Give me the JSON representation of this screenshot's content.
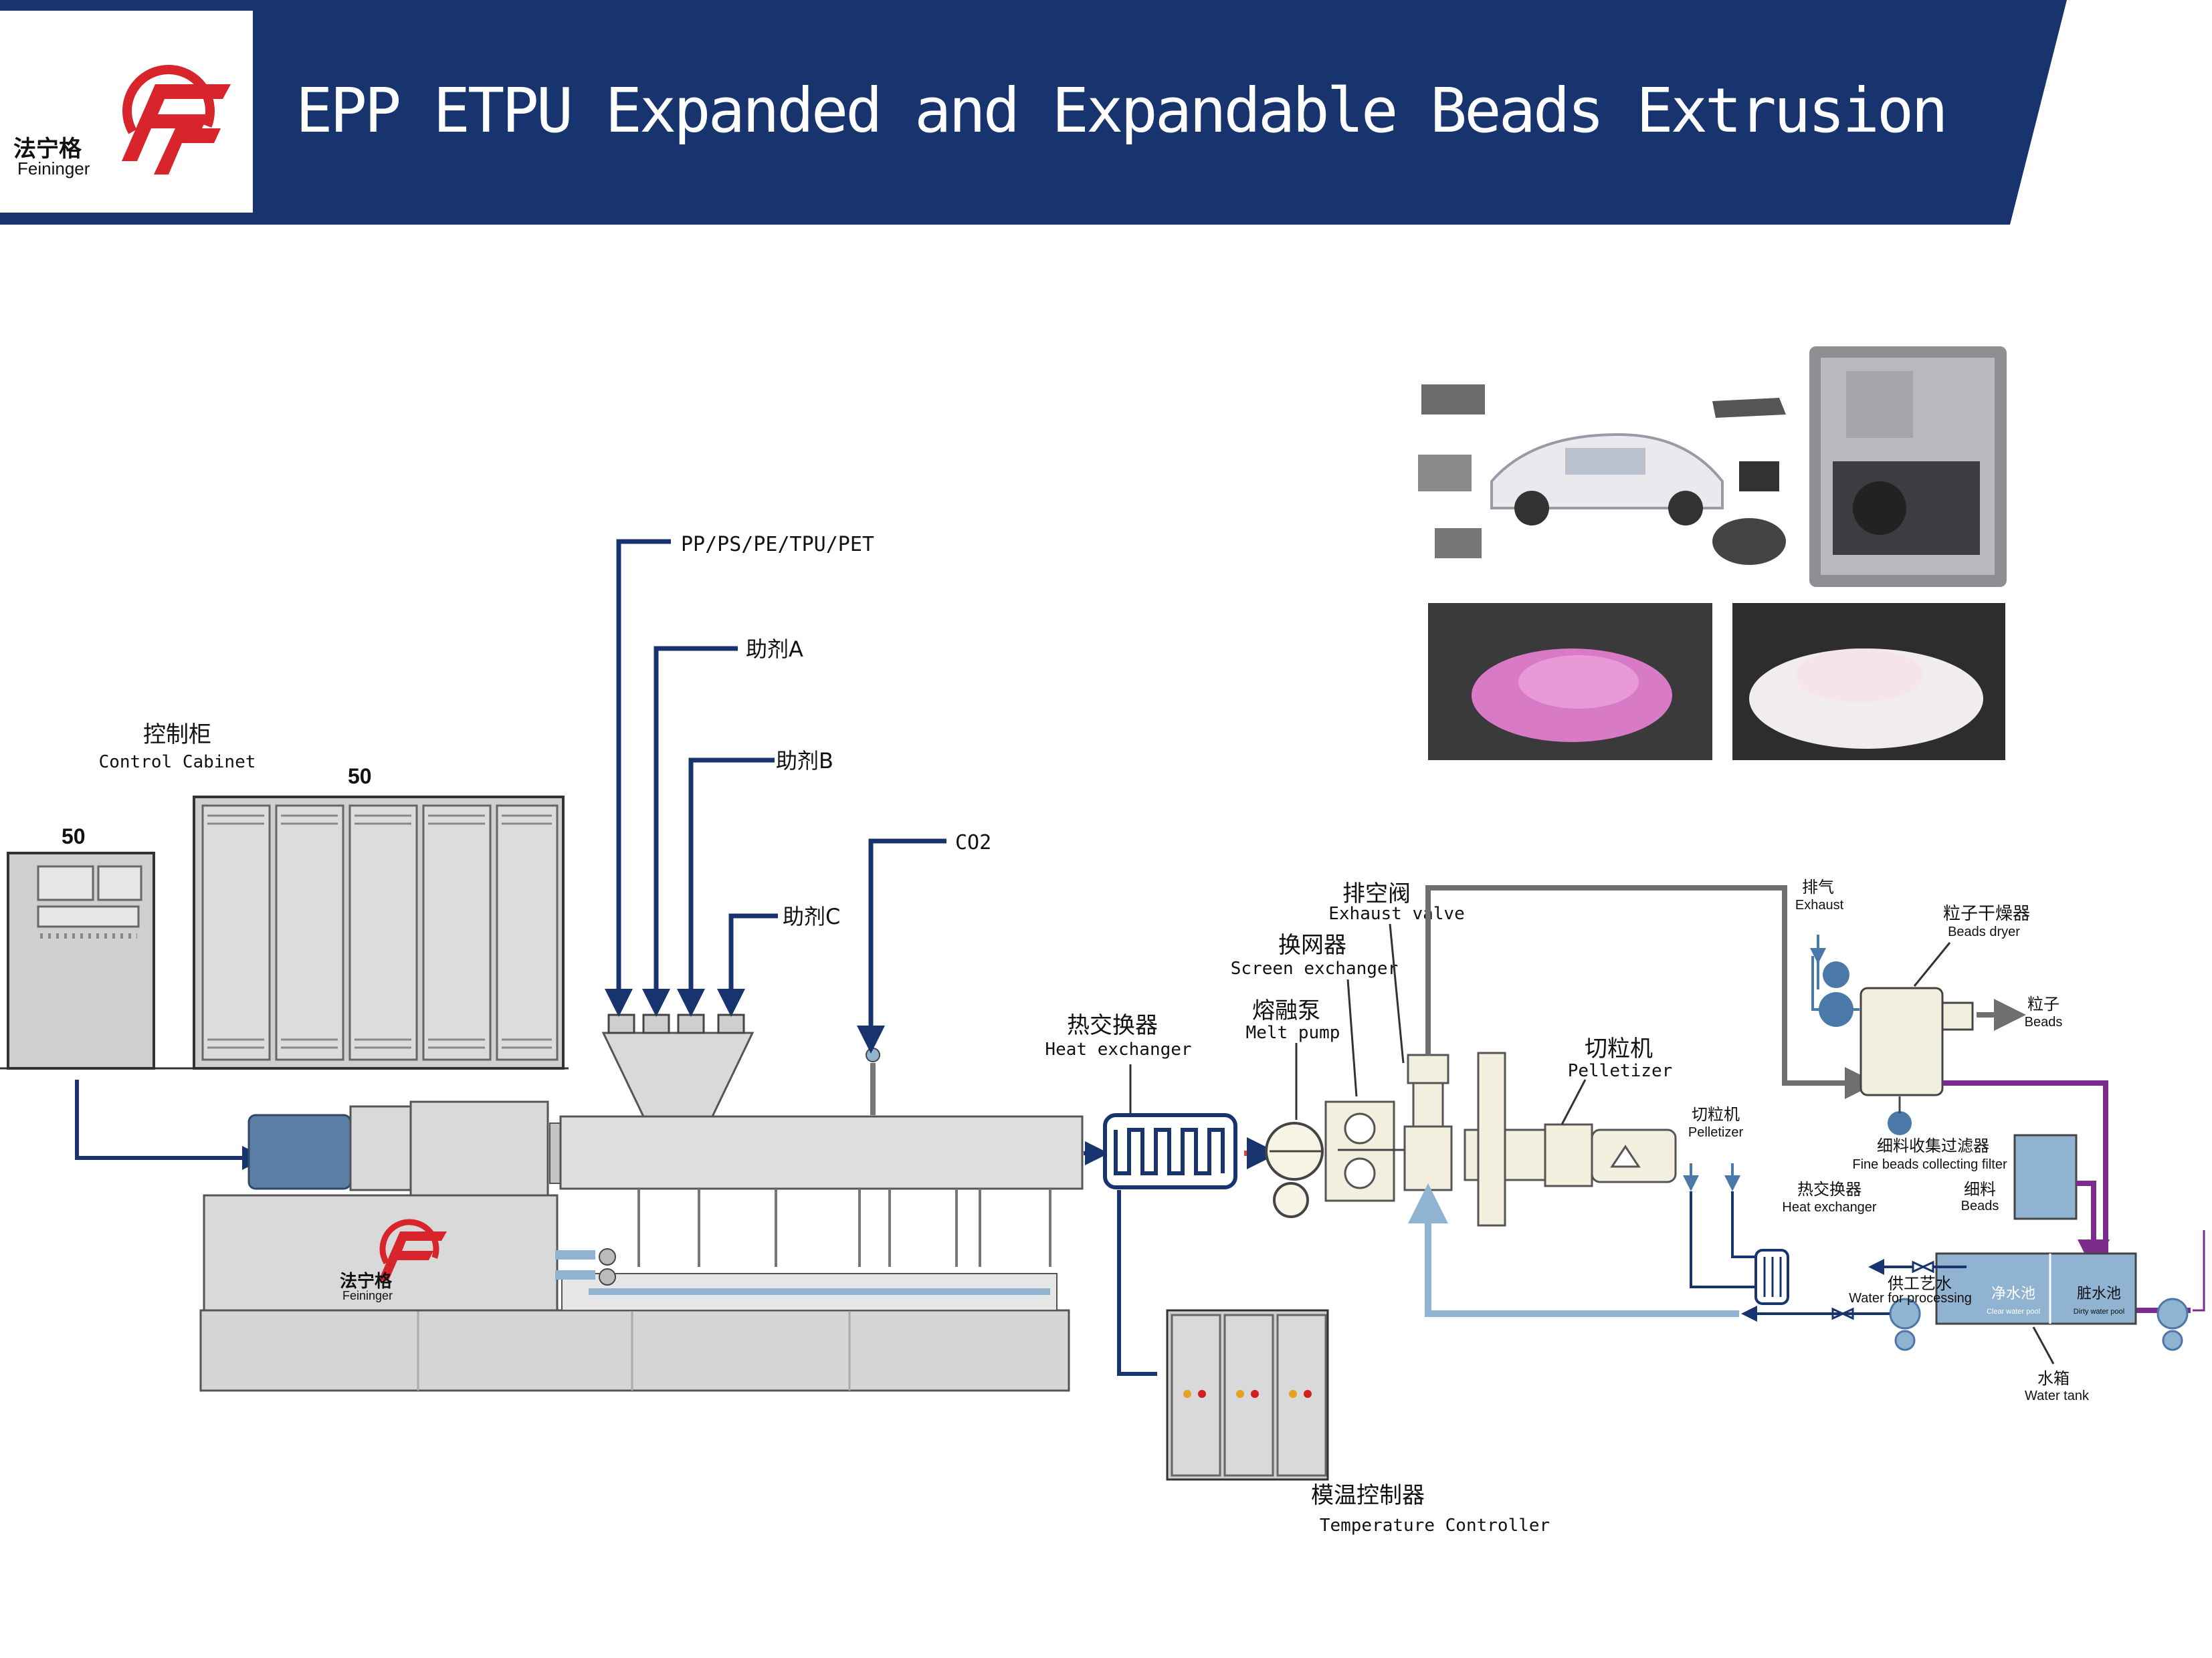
{
  "header": {
    "title": "EPP ETPU Expanded and Expandable Beads Extrusion",
    "logo_cn": "法宁格",
    "logo_en": "Feininger",
    "band_color": "#17346e",
    "accent_color": "#d8252b"
  },
  "feeds": {
    "main": "PP/PS/PE/TPU/PET",
    "additive_a": "助剂A",
    "additive_b": "助剂B",
    "additive_c": "助剂C",
    "gas": "CO2"
  },
  "cabinet": {
    "label_cn": "控制柜",
    "label_en": "Control Cabinet",
    "number_left": "50",
    "number_right": "50"
  },
  "extruder_logo": {
    "cn": "法宁格",
    "en": "Feininger"
  },
  "components": {
    "heat_exchanger": {
      "cn": "热交换器",
      "en": "Heat exchanger"
    },
    "melt_pump": {
      "cn": "熔融泵",
      "en": "Melt pump"
    },
    "screen_exchanger": {
      "cn": "换网器",
      "en": "Screen exchanger"
    },
    "exhaust_valve": {
      "cn": "排空阀",
      "en": "Exhaust valve"
    },
    "pelletizer": {
      "cn": "切粒机",
      "en": "Pelletizer"
    },
    "temp_controller": {
      "cn": "模温控制器",
      "en": "Temperature Controller"
    }
  },
  "water_system": {
    "exhaust": {
      "cn": "排气",
      "en": "Exhaust"
    },
    "beads_dryer": {
      "cn": "粒子干燥器",
      "en": "Beads dryer"
    },
    "beads_out": {
      "cn": "粒子",
      "en": "Beads"
    },
    "pelletizer": {
      "cn": "切粒机",
      "en": "Pelletizer"
    },
    "fine_filter": {
      "cn": "细料收集过滤器",
      "en": "Fine beads collecting filter"
    },
    "fine_beads": {
      "cn": "细料",
      "en": "Beads"
    },
    "heat_exchanger": {
      "cn": "热交换器",
      "en": "Heat exchanger"
    },
    "process_water": {
      "cn": "供工艺水",
      "en": "Water for processing"
    },
    "clear_pool": {
      "cn": "净水池",
      "en": "Clear water pool"
    },
    "dirty_pool": {
      "cn": "脏水池",
      "en": "Dirty water pool"
    },
    "water_tank": {
      "cn": "水箱",
      "en": "Water tank"
    }
  },
  "colors": {
    "line_navy": "#17346e",
    "pipe_light_blue": "#8fb3d1",
    "pipe_gray": "#6f6f6f",
    "pipe_purple": "#7b2d8e",
    "machine_gray": "#d6d6d6",
    "cream": "#f2efdf"
  }
}
